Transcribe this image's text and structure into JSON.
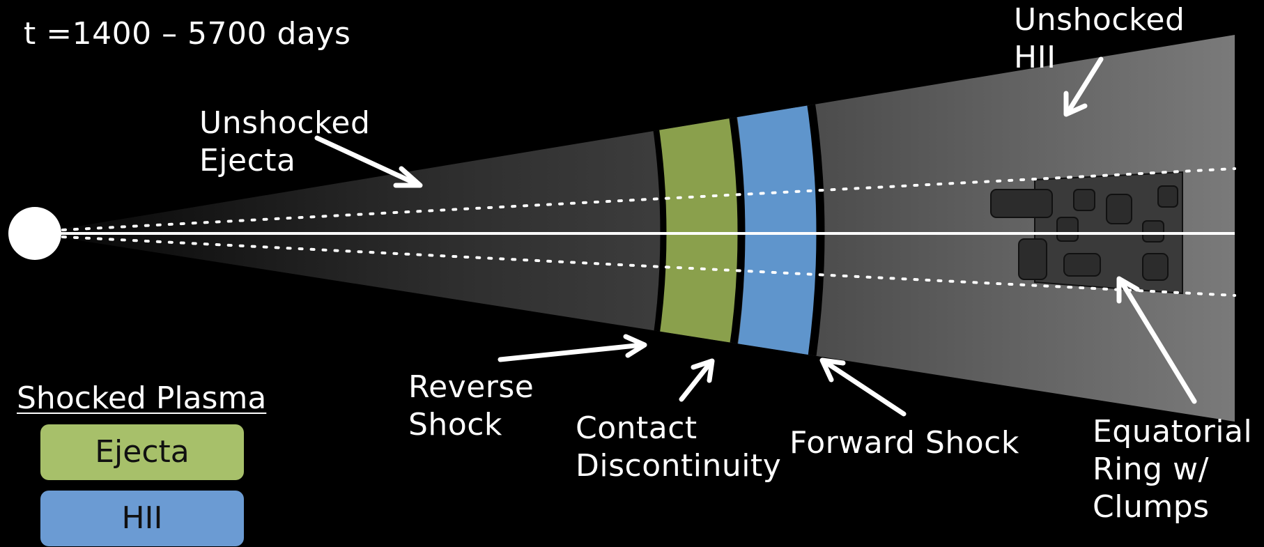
{
  "time_label": "t =1400 – 5700 days",
  "labels": {
    "unshocked_hii": [
      "Unshocked",
      "HII"
    ],
    "unshocked_ejecta": [
      "Unshocked",
      "Ejecta"
    ],
    "reverse_shock": [
      "Reverse",
      "Shock"
    ],
    "contact_discontinuity": [
      "Contact",
      "Discontinuity"
    ],
    "forward_shock": [
      "Forward Shock"
    ],
    "equatorial_ring": [
      "Equatorial",
      "Ring w/",
      "Clumps"
    ]
  },
  "legend": {
    "title": "Shocked Plasma",
    "items": [
      {
        "label": "Ejecta",
        "color": "#a7c06a"
      },
      {
        "label": "HII",
        "color": "#6b9bd3"
      }
    ]
  },
  "colors": {
    "background": "#000000",
    "ejecta_shell": "#8aa04c",
    "hii_shell": "#5f95cc",
    "clump": "#2c2c2c",
    "arrows": "#ffffff"
  }
}
